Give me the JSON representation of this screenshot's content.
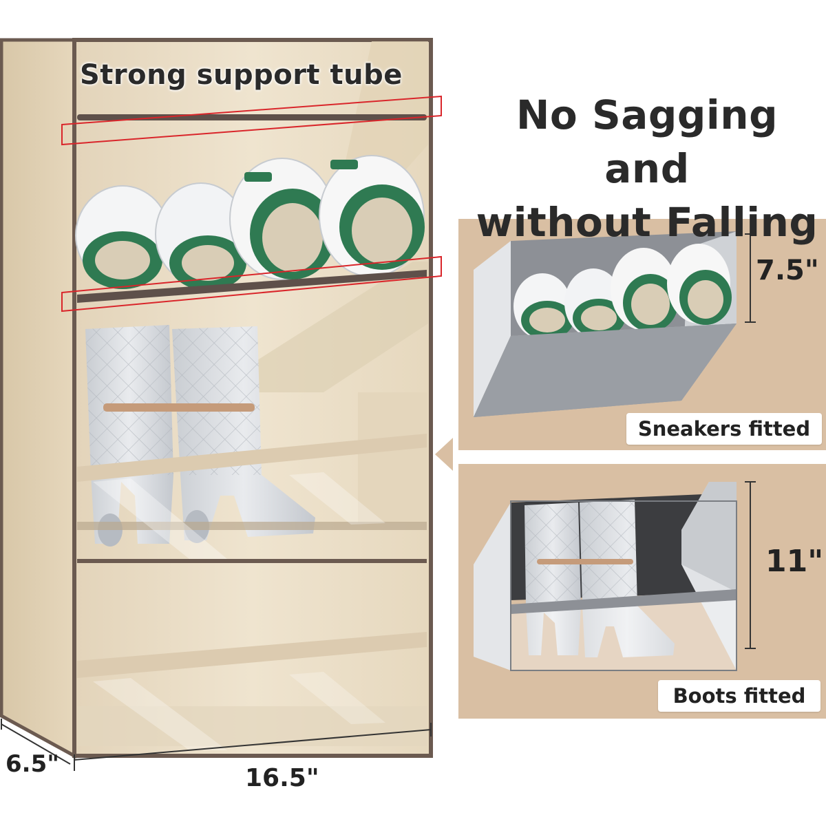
{
  "callout": {
    "label": "Strong support tube"
  },
  "headline": {
    "line1": "No Sagging and",
    "line2": "without Falling"
  },
  "panels": {
    "sneakers": {
      "height": "7.5\"",
      "caption": "Sneakers fitted"
    },
    "boots": {
      "height": "11\"",
      "caption": "Boots fitted"
    }
  },
  "dimensions": {
    "depth": "6.5\"",
    "width": "16.5\""
  },
  "colors": {
    "fabric": "#e9dcc4",
    "frame": "#6b5a50",
    "panel_bg": "#d9bfa3",
    "highlight": "#d9252a",
    "sole_green": "#2f7a52"
  }
}
